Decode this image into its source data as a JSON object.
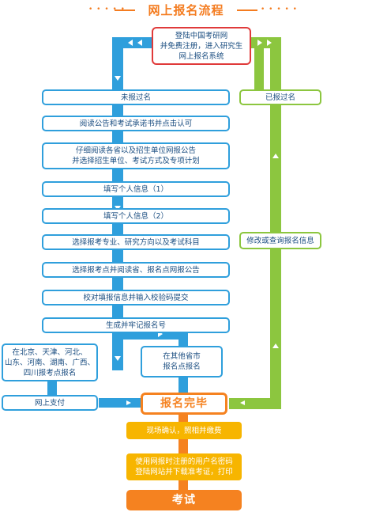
{
  "title": "网上报名流程",
  "title_dots": "• • • • •",
  "colors": {
    "orange": "#f58220",
    "blue": "#2f9fdc",
    "green": "#8cc63f",
    "red": "#e03a3a",
    "yellow": "#f7b500"
  },
  "nodes": {
    "start": "登陆中国考研网\n并免费注册，进入研究生\n网上报名系统",
    "not_registered": "未报过名",
    "registered": "已报过名",
    "read_notice": "阅读公告和考试承诺书并点击认可",
    "read_unit_notice": "仔细阅读各省以及招生单位网报公告\n并选择招生单位、考试方式及专项计划",
    "info1": "填写个人信息（1）",
    "info2": "填写个人信息（2）",
    "select_major": "选择报考专业、研究方向以及考试科目",
    "select_site": "选择报考点并阅读省、报名点网报公告",
    "verify": "校对填报信息并输入校验码提交",
    "generate_id": "生成并牢记报名号",
    "modify": "修改或查询报名信息",
    "provinces": "在北京、天津、河北、\n山东、河南、湖南、广西、\n四川报考点报名",
    "other_provinces": "在其他省市\n报名点报名",
    "pay_online": "网上支付",
    "complete": "报名完毕",
    "onsite": "现场确认，照相并缴费",
    "print": "使用网报时注册的用户名密码\n登陆网站并下载准考证，打印",
    "exam": "考试"
  }
}
